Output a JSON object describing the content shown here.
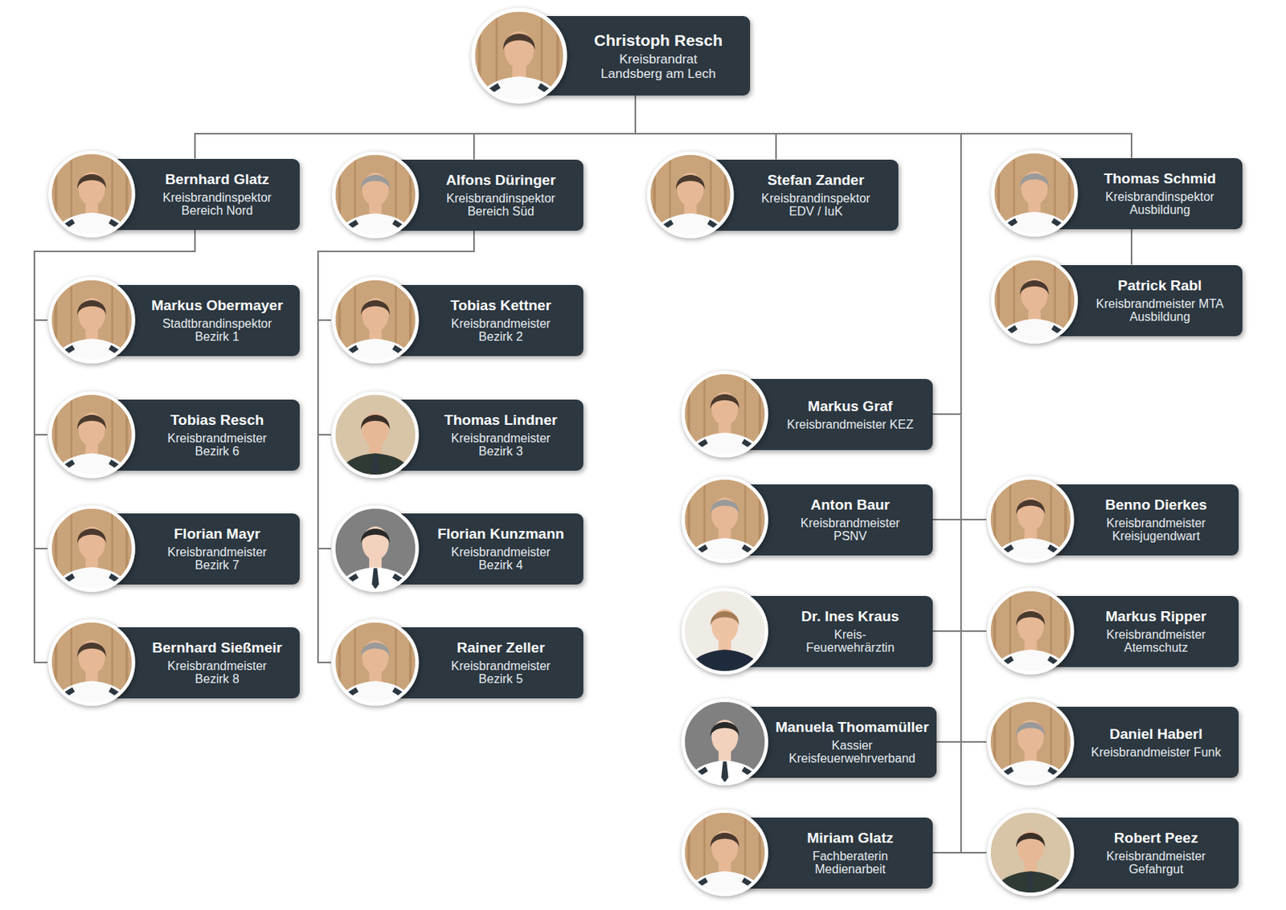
{
  "diagram": {
    "nodes": [
      {
        "text": [
          "Christoph Resch",
          "Kreisbrandrat Landsberg am Lech"
        ]
      },
      {
        "text": [
          "Bernhard Glatz",
          "Kreisbrandinspektor Bereich Nord"
        ]
      },
      {
        "text": [
          "Alfons Düringer",
          "Kreisbrandinspektor Bereich Süd"
        ]
      },
      {
        "text": [
          "Stefan Zander",
          "Kreisbrandinspektor EDV / IuK"
        ]
      },
      {
        "text": [
          "Thomas Schmid",
          "Kreisbrandinspektor Ausbildung"
        ]
      },
      {
        "text": [
          "Markus Obermayer",
          "Stadtbrandinspektor Bezirk 1"
        ]
      },
      {
        "text": [
          "Tobias Kettner",
          "Kreisbrandmeister Bezirk 2"
        ]
      },
      {
        "text": [
          "Patrick Rabl",
          "Kreisbrandmeister MTA Ausbildung"
        ]
      },
      {
        "text": [
          "Tobias Resch",
          "Kreisbrandmeister Bezirk 6"
        ]
      },
      {
        "text": [
          "Thomas Lindner",
          "Kreisbrandmeister Bezirk 3"
        ]
      },
      {
        "text": [
          "Markus Graf",
          "Kreisbrandmeister KEZ"
        ]
      },
      {
        "text": [
          "Florian Mayr",
          "Kreisbrandmeister Bezirk 7"
        ]
      },
      {
        "text": [
          "Florian Kunzmann",
          "Kreisbrandmeister Bezirk 4"
        ]
      },
      {
        "text": [
          "Anton Baur",
          "Kreisbrandmeister PSNV"
        ]
      },
      {
        "text": [
          "Benno Dierkes",
          "Kreisbrandmeister Kreisjugendwart"
        ]
      },
      {
        "text": [
          "Bernhard Sießmeir",
          "Kreisbrandmeister Bezirk 8"
        ]
      },
      {
        "text": [
          "Rainer Zeller",
          "Kreisbrandmeister Bezirk 5"
        ]
      },
      {
        "text": [
          "Dr. Ines Kraus",
          "Kreis- Feuerwehrärztin"
        ]
      },
      {
        "text": [
          "Markus Ripper",
          "Kreisbrandmeister Atemschutz"
        ]
      },
      {
        "text": [
          "Manuela Thomamüller",
          "Kassier Kreisfeuerwehrverband"
        ]
      },
      {
        "text": [
          "Daniel Haberl",
          "Kreisbrandmeister Funk"
        ]
      },
      {
        "text": [
          "Miriam Glatz",
          "Fachberaterin Medienarbeit"
        ]
      },
      {
        "text": [
          "Robert Peez",
          "Kreisbrandmeister Gefahrgut"
        ]
      }
    ],
    "edges": [
      {
        "from": 0,
        "to": 1,
        "arrow": "none"
      },
      {
        "from": 0,
        "to": 2,
        "arrow": "none"
      },
      {
        "from": 0,
        "to": 3,
        "arrow": "none"
      },
      {
        "from": 0,
        "to": 4,
        "arrow": "none"
      },
      {
        "from": 0,
        "to": 10,
        "arrow": "none"
      },
      {
        "from": 0,
        "to": 13,
        "arrow": "none"
      },
      {
        "from": 0,
        "to": 14,
        "arrow": "none"
      },
      {
        "from": 0,
        "to": 17,
        "arrow": "none"
      },
      {
        "from": 0,
        "to": 18,
        "arrow": "none"
      },
      {
        "from": 0,
        "to": 19,
        "arrow": "none"
      },
      {
        "from": 0,
        "to": 20,
        "arrow": "none"
      },
      {
        "from": 0,
        "to": 21,
        "arrow": "none"
      },
      {
        "from": 0,
        "to": 22,
        "arrow": "none"
      },
      {
        "from": 1,
        "to": 5,
        "arrow": "none"
      },
      {
        "from": 1,
        "to": 8,
        "arrow": "none"
      },
      {
        "from": 1,
        "to": 11,
        "arrow": "none"
      },
      {
        "from": 1,
        "to": 15,
        "arrow": "none"
      },
      {
        "from": 2,
        "to": 6,
        "arrow": "none"
      },
      {
        "from": 2,
        "to": 9,
        "arrow": "none"
      },
      {
        "from": 2,
        "to": 12,
        "arrow": "none"
      },
      {
        "from": 2,
        "to": 16,
        "arrow": "none"
      },
      {
        "from": 4,
        "to": 7,
        "arrow": "none"
      }
    ]
  }
}
